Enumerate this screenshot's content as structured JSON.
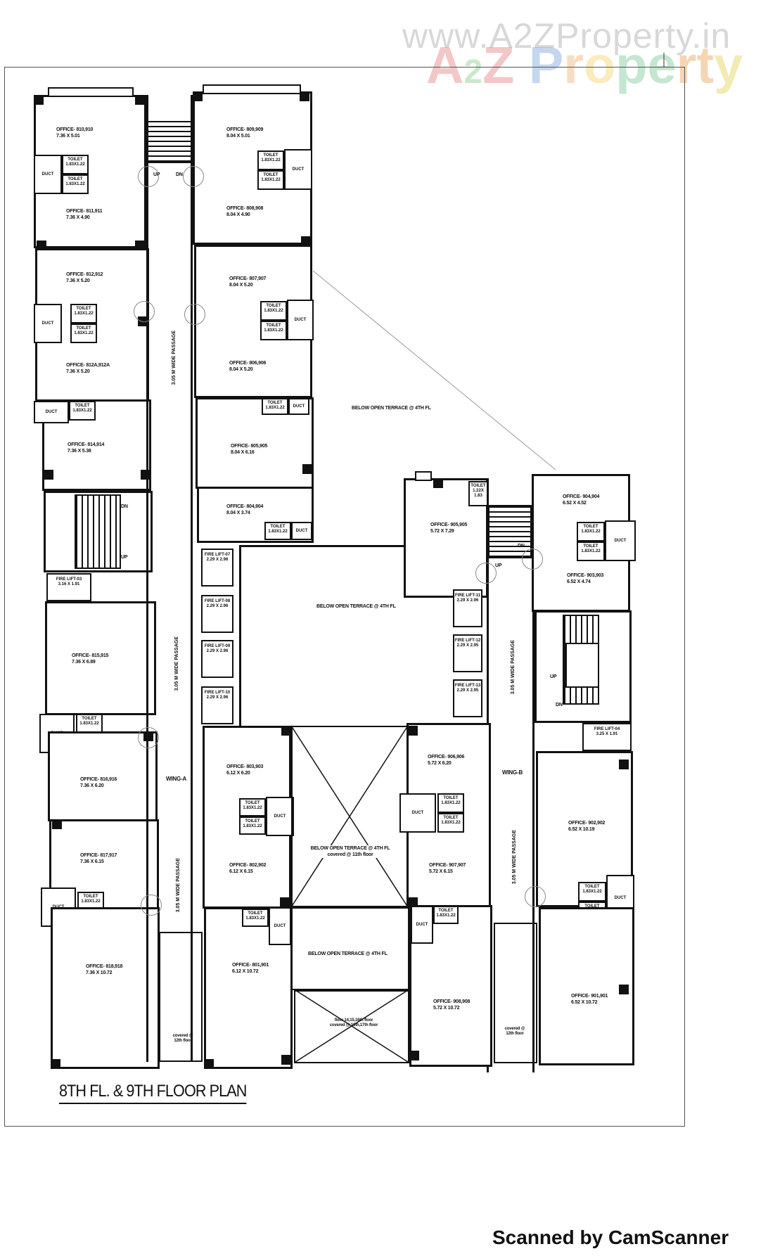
{
  "watermark": {
    "url_text": "www.A2ZProperty.in",
    "logo": {
      "a": "A",
      "two": "2",
      "z": "Z",
      "p": "P",
      "r": "r",
      "o": "o",
      "pe": "pe",
      "rt": "rt",
      "ty": "y"
    }
  },
  "plan_title": "8TH FL. & 9TH FLOOR PLAN",
  "footer": "Scanned by CamScanner",
  "wing_a": {
    "label": "WING-A",
    "passage_label": "3.05 M WIDE PASSAGE",
    "stair_top": {
      "up": "UP",
      "dn": "DN"
    },
    "stair_mid": {
      "up": "UP",
      "dn": "DN"
    },
    "covered_note": "covered @ 12th floor",
    "offices": [
      {
        "name": "OFFICE- 810,910",
        "size": "7.36 X 5.01"
      },
      {
        "name": "OFFICE- 811,911",
        "size": "7.36 X 4.90"
      },
      {
        "name": "OFFICE- 812,912",
        "size": "7.36 X 5.20"
      },
      {
        "name": "OFFICE- 812A,912A",
        "size": "7.36 X 5.20"
      },
      {
        "name": "OFFICE- 814,914",
        "size": "7.36 X 5.38"
      },
      {
        "name": "OFFICE- 815,915",
        "size": "7.36 X 6.89"
      },
      {
        "name": "OFFICE- 816,916",
        "size": "7.36 X 6.20"
      },
      {
        "name": "OFFICE- 817,917",
        "size": "7.36 X 6.15"
      },
      {
        "name": "OFFICE- 818,918",
        "size": "7.36 X 10.72"
      },
      {
        "name": "OFFICE- 809,909",
        "size": "8.04 X 5.01"
      },
      {
        "name": "OFFICE- 808,908",
        "size": "8.04 X 4.90"
      },
      {
        "name": "OFFICE- 807,907",
        "size": "8.04 X 5.20"
      },
      {
        "name": "OFFICE- 806,906",
        "size": "8.04 X 5.20"
      },
      {
        "name": "OFFICE- 805,905",
        "size": "8.04 X 6.16"
      },
      {
        "name": "OFFICE- 804,904",
        "size": "8.04 X 3.74"
      },
      {
        "name": "OFFICE- 803,903",
        "size": "6.12 X 6.20"
      },
      {
        "name": "OFFICE- 802,902",
        "size": "6.12 X 6.15"
      },
      {
        "name": "OFFICE- 801,901",
        "size": "6.12 X 10.72"
      }
    ],
    "lifts": [
      {
        "name": "FIRE LIFT-03",
        "size": "3.16 X 1.91"
      },
      {
        "name": "FIRE LIFT-07",
        "size": "2.29 X 2.96"
      },
      {
        "name": "FIRE LIFT-08",
        "size": "2.29 X 2.96"
      },
      {
        "name": "FIRE LIFT-09",
        "size": "2.29 X 2.96"
      },
      {
        "name": "FIRE LIFT-10",
        "size": "2.29 X 2.96"
      }
    ]
  },
  "wing_b": {
    "label": "WING-B",
    "passage_label": "3.05 M WIDE PASSAGE",
    "stair_top": {
      "up": "UP",
      "dn": "DN"
    },
    "stair_mid": {
      "up": "UP",
      "dn": "DN"
    },
    "covered_note": "covered @ 12th floor",
    "offices": [
      {
        "name": "OFFICE- 905,905",
        "size": "5.72 X 7.29"
      },
      {
        "name": "OFFICE- 904,904",
        "size": "6.52 X 4.52"
      },
      {
        "name": "OFFICE- 903,903",
        "size": "6.52 X 4.74"
      },
      {
        "name": "OFFICE- 906,906",
        "size": "5.72 X 6.20"
      },
      {
        "name": "OFFICE- 907,907",
        "size": "5.72 X 6.15"
      },
      {
        "name": "OFFICE- 908,908",
        "size": "5.72 X 10.72"
      },
      {
        "name": "OFFICE- 902,902",
        "size": "6.52 X 10.19"
      },
      {
        "name": "OFFICE- 901,901",
        "size": "6.52 X 10.72"
      }
    ],
    "lifts": [
      {
        "name": "FIRE LIFT-11",
        "size": "2.29 X 2.96"
      },
      {
        "name": "FIRE LIFT-12",
        "size": "2.29 X 2.95"
      },
      {
        "name": "FIRE LIFT-13",
        "size": "2.29 X 2.95"
      },
      {
        "name": "FIRE LIFT-04",
        "size": "3.25 X 1.91"
      }
    ],
    "small_toilet": "TOILET 1.22X 1.83"
  },
  "common": {
    "toilet_label": "TOILET",
    "toilet_size": "1.83X1.22",
    "duct_label": "DUCT",
    "terrace_right": "BELOW OPEN TERRACE @ 4TH FL",
    "terrace_center": "BELOW OPEN TERRACE @ 4TH FL",
    "terrace_x_upper": "BELOW OPEN TERRACE @ 4TH FL",
    "terrace_x_upper_note": "covered @ 11th floor",
    "terrace_lower": "BELOW OPEN TERRACE @ 4TH FL",
    "terrace_x_lower_1": "floor 14,15,16th floor",
    "terrace_x_lower_2": "covered @ 16th,17th floor"
  }
}
